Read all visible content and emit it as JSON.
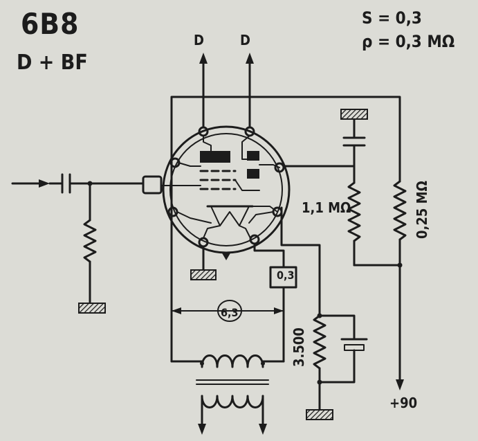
{
  "tube": {
    "name": "6B8",
    "function": "D + BF"
  },
  "parameters": {
    "slope": "S = 0,3",
    "resistance": "ρ = 0,3 MΩ"
  },
  "labels": {
    "diode_left": "D",
    "diode_right": "D",
    "anode_resistor": "1,1 MΩ",
    "screen_resistor": "0,25 MΩ",
    "cathode_resistor": "3.500",
    "heater_current": "0,3",
    "heater_voltage": "6,3",
    "supply": "+90"
  }
}
